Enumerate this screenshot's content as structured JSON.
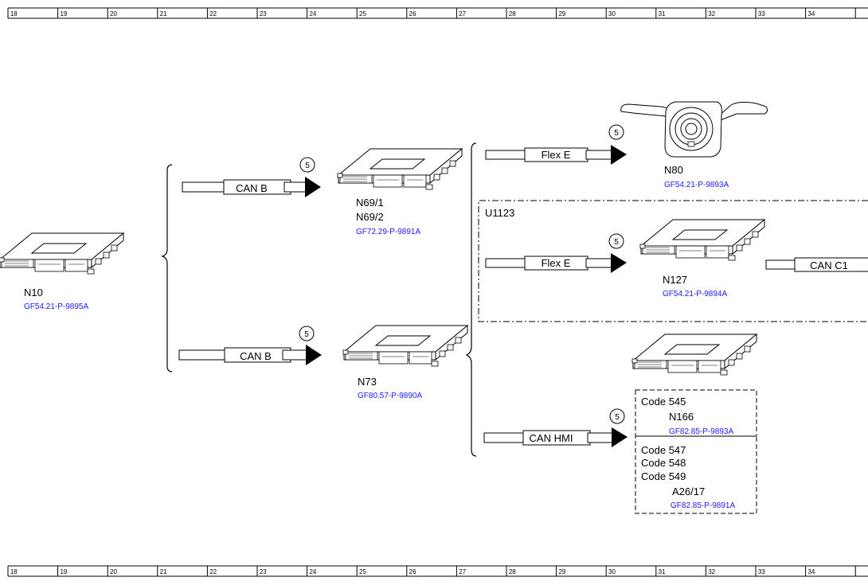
{
  "ruler": [
    "18",
    "19",
    "20",
    "21",
    "22",
    "23",
    "24",
    "25",
    "26",
    "27",
    "28",
    "29",
    "30",
    "31",
    "32",
    "33",
    "34"
  ],
  "components": {
    "n10": {
      "name": "N10",
      "ref": "GF54.21-P-9895A"
    },
    "n69": {
      "name1": "N69/1",
      "name2": "N69/2",
      "ref": "GF72.29-P-9891A"
    },
    "n73": {
      "name": "N73",
      "ref": "GF80.57-P-9890A"
    },
    "n80": {
      "name": "N80",
      "ref": "GF54.21-P-9893A"
    },
    "u1123": {
      "label": "U1123"
    },
    "n127": {
      "name": "N127",
      "ref": "GF54.21-P-9894A"
    },
    "n166": {
      "code": "Code 545",
      "name": "N166",
      "ref": "GF82.85-P-9893A"
    },
    "a26": {
      "code1": "Code 547",
      "code2": "Code 548",
      "code3": "Code 549",
      "name": "A26/17",
      "ref": "GF82.85-P-9891A"
    }
  },
  "buses": {
    "can_b_upper": "CAN B",
    "can_b_lower": "CAN B",
    "flex_e_upper": "Flex E",
    "flex_e_lower": "Flex E",
    "can_c1": "CAN C1",
    "can_hmi": "CAN HMI"
  },
  "markers": {
    "m1": "5",
    "m2": "5",
    "m3": "5",
    "m4": "5",
    "m5": "5"
  }
}
